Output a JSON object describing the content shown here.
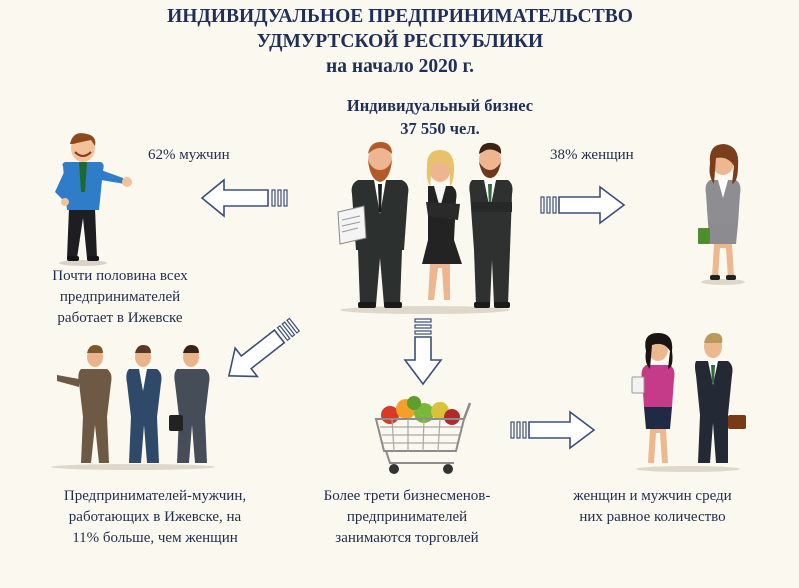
{
  "title": {
    "line1": "ИНДИВИДУАЛЬНОЕ ПРЕДПРИНИМАТЕЛЬСТВО",
    "line2": "УДМУРТСКОЙ РЕСПУБЛИКИ",
    "line3": "на начало 2020 г."
  },
  "center": {
    "label": "Индивидуальный бизнес",
    "value": "37 550 чел."
  },
  "men_share": "62% мужчин",
  "women_share": "38% женщин",
  "facts": {
    "izhevsk_half": [
      "Почти половина всех",
      "предпринимателей",
      "работает в Ижевске"
    ],
    "men_more": [
      "Предпринимателей-мужчин,",
      "работающих в Ижевске, на",
      "11% больше, чем женщин"
    ],
    "trade": [
      "Более трети бизнесменов-",
      "предпринимателей",
      "занимаются торговлей"
    ],
    "equal": [
      "женщин и мужчин среди",
      "них равное количество"
    ]
  },
  "colors": {
    "background": "#FBF8EF",
    "title": "#1F2F5A",
    "text": "#1F2D4F",
    "arrow_stroke": "#3C4F7A"
  },
  "icons": [
    "businessman-presenting",
    "business-team",
    "businesswoman",
    "three-businessmen",
    "shopping-cart",
    "business-couple"
  ]
}
